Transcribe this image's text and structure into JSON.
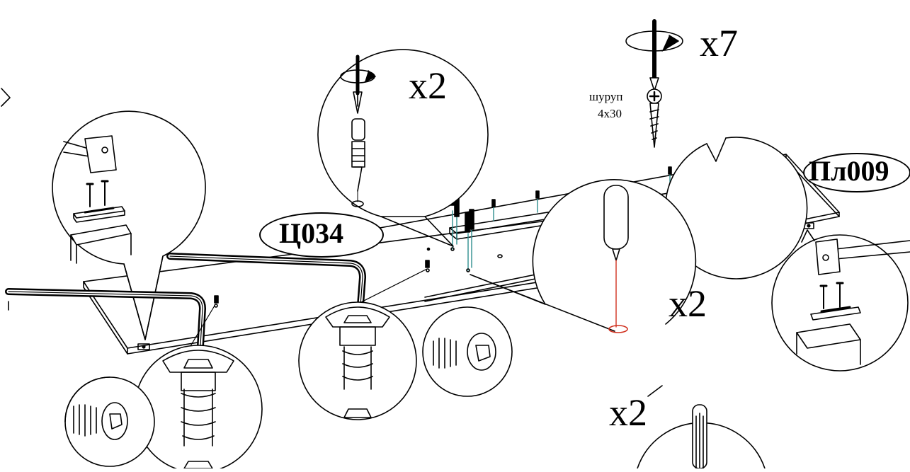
{
  "parts": {
    "shelf": "Пл009",
    "bracket": "Ц034"
  },
  "quantities": {
    "screw_top_right": "x7",
    "top_center": "x2",
    "center_right": "x2",
    "dowel": "x2"
  },
  "screw_spec": {
    "name": "шуруп",
    "size": "4x30"
  },
  "colors": {
    "line": "#000000",
    "screw_axis": "#2f8f8f",
    "drill_line": "#d0301e"
  },
  "icons": [
    "hammer-icon",
    "screwdriver-icon",
    "hex-key-icon",
    "rotate-arrow-icon",
    "confirmat-screw-icon",
    "wood-dowel-icon"
  ]
}
